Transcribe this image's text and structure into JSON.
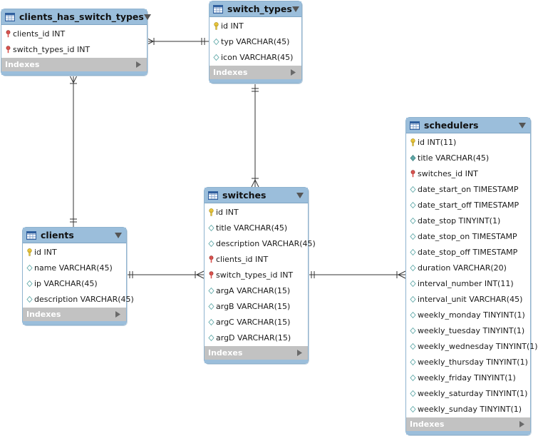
{
  "diagram": {
    "indexes_label": "Indexes",
    "entities": [
      {
        "key": "clients_has_switch_types",
        "title": "clients_has_switch_types",
        "columns": [
          {
            "text": "clients_id INT",
            "icon": "foreign-key-icon"
          },
          {
            "text": "switch_types_id INT",
            "icon": "foreign-key-icon"
          }
        ]
      },
      {
        "key": "switch_types",
        "title": "switch_types",
        "columns": [
          {
            "text": "id INT",
            "icon": "primary-key-icon"
          },
          {
            "text": "typ VARCHAR(45)",
            "icon": "column-icon"
          },
          {
            "text": "icon VARCHAR(45)",
            "icon": "column-icon"
          }
        ]
      },
      {
        "key": "clients",
        "title": "clients",
        "columns": [
          {
            "text": "id INT",
            "icon": "primary-key-icon"
          },
          {
            "text": "name VARCHAR(45)",
            "icon": "column-icon"
          },
          {
            "text": "ip VARCHAR(45)",
            "icon": "column-icon"
          },
          {
            "text": "description VARCHAR(45)",
            "icon": "column-icon"
          }
        ]
      },
      {
        "key": "switches",
        "title": "switches",
        "columns": [
          {
            "text": "id INT",
            "icon": "primary-key-icon"
          },
          {
            "text": "title VARCHAR(45)",
            "icon": "column-icon"
          },
          {
            "text": "description VARCHAR(45)",
            "icon": "column-icon"
          },
          {
            "text": "clients_id INT",
            "icon": "foreign-key-icon"
          },
          {
            "text": "switch_types_id INT",
            "icon": "foreign-key-icon"
          },
          {
            "text": "argA VARCHAR(15)",
            "icon": "column-icon"
          },
          {
            "text": "argB VARCHAR(15)",
            "icon": "column-icon"
          },
          {
            "text": "argC VARCHAR(15)",
            "icon": "column-icon"
          },
          {
            "text": "argD VARCHAR(15)",
            "icon": "column-icon"
          }
        ]
      },
      {
        "key": "schedulers",
        "title": "schedulers",
        "columns": [
          {
            "text": "id INT(11)",
            "icon": "primary-key-icon"
          },
          {
            "text": "title VARCHAR(45)",
            "icon": "not-null-column-icon"
          },
          {
            "text": "switches_id INT",
            "icon": "foreign-key-icon"
          },
          {
            "text": "date_start_on TIMESTAMP",
            "icon": "column-icon"
          },
          {
            "text": "date_start_off TIMESTAMP",
            "icon": "column-icon"
          },
          {
            "text": "date_stop TINYINT(1)",
            "icon": "column-icon"
          },
          {
            "text": "date_stop_on TIMESTAMP",
            "icon": "column-icon"
          },
          {
            "text": "date_stop_off TIMESTAMP",
            "icon": "column-icon"
          },
          {
            "text": "duration VARCHAR(20)",
            "icon": "column-icon"
          },
          {
            "text": "interval_number INT(11)",
            "icon": "column-icon"
          },
          {
            "text": "interval_unit VARCHAR(45)",
            "icon": "column-icon"
          },
          {
            "text": "weekly_monday TINYINT(1)",
            "icon": "column-icon"
          },
          {
            "text": "weekly_tuesday TINYINT(1)",
            "icon": "column-icon"
          },
          {
            "text": "weekly_wednesday TINYINT(1)",
            "icon": "column-icon"
          },
          {
            "text": "weekly_thursday TINYINT(1)",
            "icon": "column-icon"
          },
          {
            "text": "weekly_friday TINYINT(1)",
            "icon": "column-icon"
          },
          {
            "text": "weekly_saturday TINYINT(1)",
            "icon": "column-icon"
          },
          {
            "text": "weekly_sunday TINYINT(1)",
            "icon": "column-icon"
          }
        ]
      }
    ],
    "relationships": [
      {
        "from": "clients_has_switch_types",
        "to": "switch_types",
        "from_end": "many",
        "to_end": "one"
      },
      {
        "from": "clients_has_switch_types",
        "to": "clients",
        "from_end": "many",
        "to_end": "one"
      },
      {
        "from": "switch_types",
        "to": "switches",
        "from_end": "one",
        "to_end": "many"
      },
      {
        "from": "clients",
        "to": "switches",
        "from_end": "one",
        "to_end": "many"
      },
      {
        "from": "switches",
        "to": "schedulers",
        "from_end": "one",
        "to_end": "many"
      }
    ],
    "colors": {
      "header": "#9bbedb",
      "indexes_bar": "#c2c2c2",
      "primary_key": "#e8c43a",
      "foreign_key": "#d9534f",
      "column": "#5fa8a8",
      "line": "#333333"
    }
  }
}
